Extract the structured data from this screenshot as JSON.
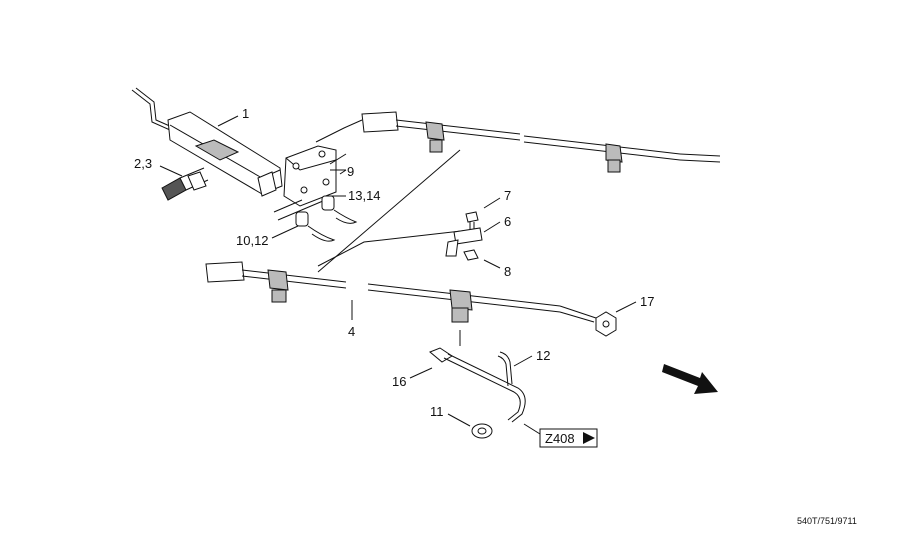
{
  "callouts": [
    {
      "id": "c1",
      "text": "1"
    },
    {
      "id": "c23",
      "text": "2,3"
    },
    {
      "id": "c9",
      "text": "9"
    },
    {
      "id": "c1314",
      "text": "13,14"
    },
    {
      "id": "c1012",
      "text": "10,12"
    },
    {
      "id": "c7",
      "text": "7"
    },
    {
      "id": "c6",
      "text": "6"
    },
    {
      "id": "c8",
      "text": "8"
    },
    {
      "id": "c17",
      "text": "17"
    },
    {
      "id": "c4",
      "text": "4"
    },
    {
      "id": "c12",
      "text": "12"
    },
    {
      "id": "c16",
      "text": "16"
    },
    {
      "id": "c11",
      "text": "11"
    }
  ],
  "reference": {
    "text": "Z408"
  },
  "drawing_code": "540T/751/9711"
}
